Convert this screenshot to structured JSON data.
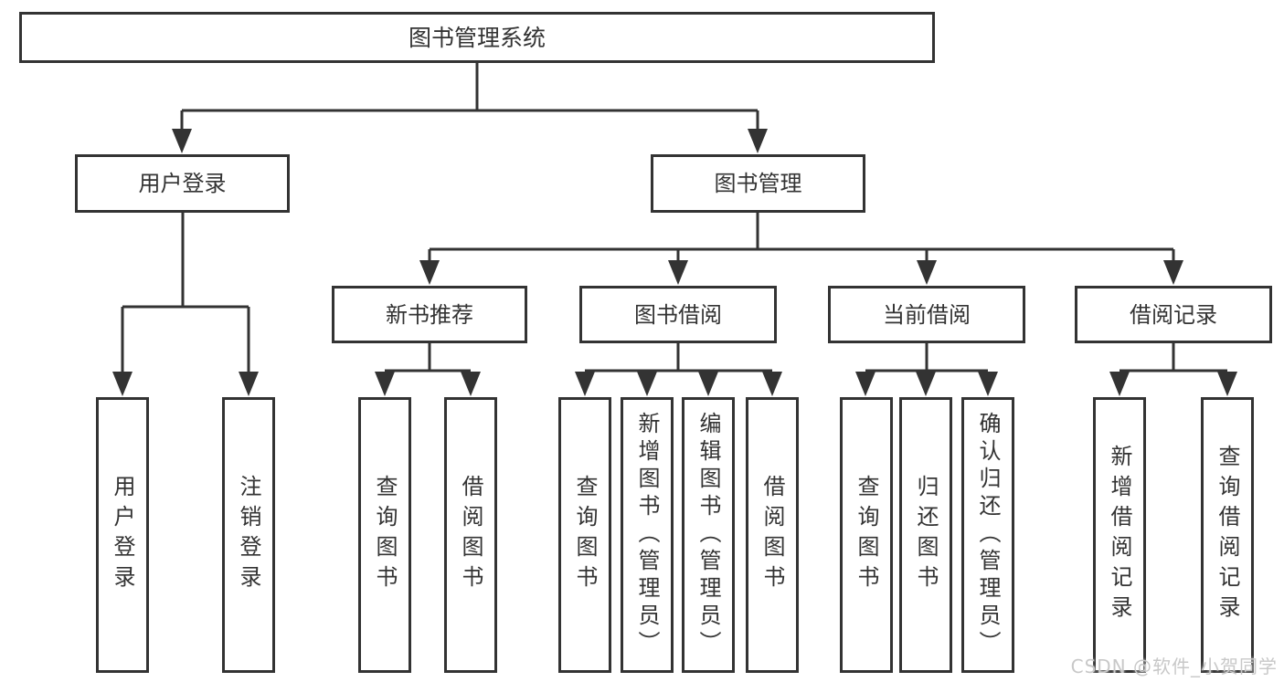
{
  "tree": {
    "root": "图书管理系统",
    "branches": [
      {
        "label": "用户登录",
        "children": [
          "用户登录",
          "注销登录"
        ]
      },
      {
        "label": "图书管理",
        "sections": [
          {
            "label": "新书推荐",
            "children": [
              "查询图书",
              "借阅图书"
            ]
          },
          {
            "label": "图书借阅",
            "children": [
              "查询图书",
              "新增图书（管理员）",
              "编辑图书（管理员）",
              "借阅图书"
            ]
          },
          {
            "label": "当前借阅",
            "children": [
              "查询图书",
              "归还图书",
              "确认归还（管理员）"
            ]
          },
          {
            "label": "借阅记录",
            "children": [
              "新增借阅记录",
              "查询借阅记录"
            ]
          }
        ]
      }
    ]
  },
  "watermark": {
    "text": "CSDN @软件_小贺同学"
  },
  "colors": {
    "line": "#333333",
    "node_text": "#333333",
    "watermark": "#c8c8c8",
    "background": "#ffffff"
  }
}
